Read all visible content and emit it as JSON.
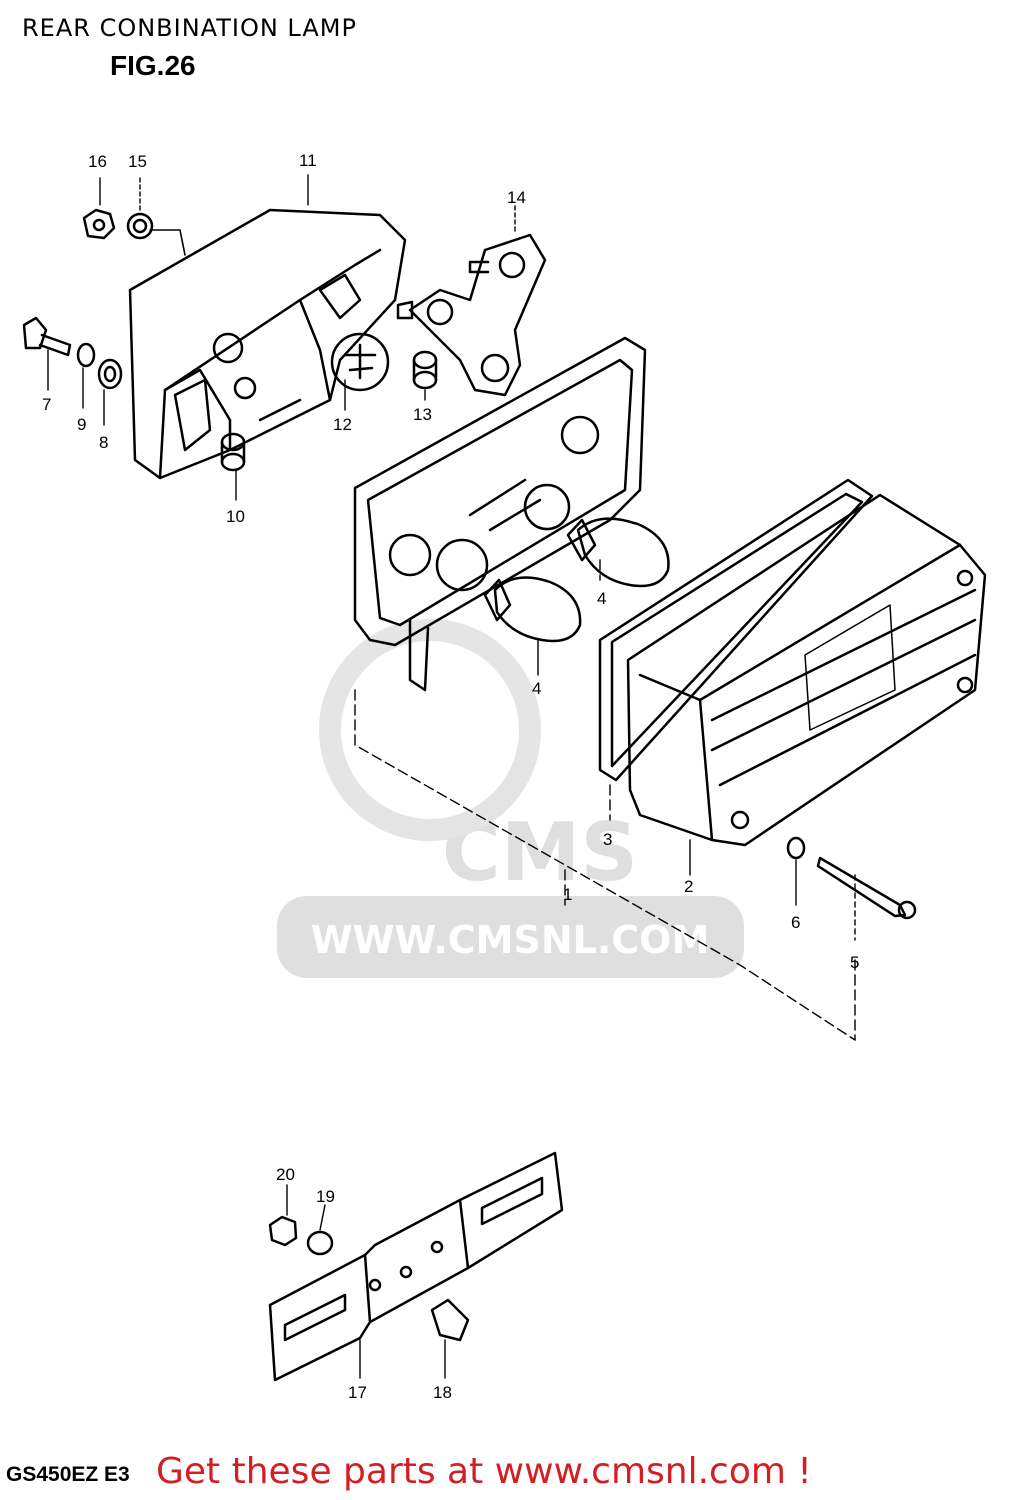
{
  "header": {
    "title": "REAR CONBINATION LAMP",
    "figure": "FIG.26"
  },
  "watermark": {
    "logo_text": "CMS",
    "url_text": "WWW.CMSNL.COM"
  },
  "callouts": {
    "c1": "1",
    "c2": "2",
    "c3": "3",
    "c4a": "4",
    "c4b": "4",
    "c5": "5",
    "c6": "6",
    "c7": "7",
    "c8": "8",
    "c9": "9",
    "c10": "10",
    "c11": "11",
    "c12": "12",
    "c13": "13",
    "c14": "14",
    "c15": "15",
    "c16": "16",
    "c17": "17",
    "c18": "18",
    "c19": "19",
    "c20": "20"
  },
  "footer": {
    "model": "GS450EZ E3",
    "cta": "Get these parts at www.cmsnl.com !"
  },
  "colors": {
    "cta": "#d31f24",
    "line": "#000000",
    "watermark": "#d8d8d8"
  }
}
